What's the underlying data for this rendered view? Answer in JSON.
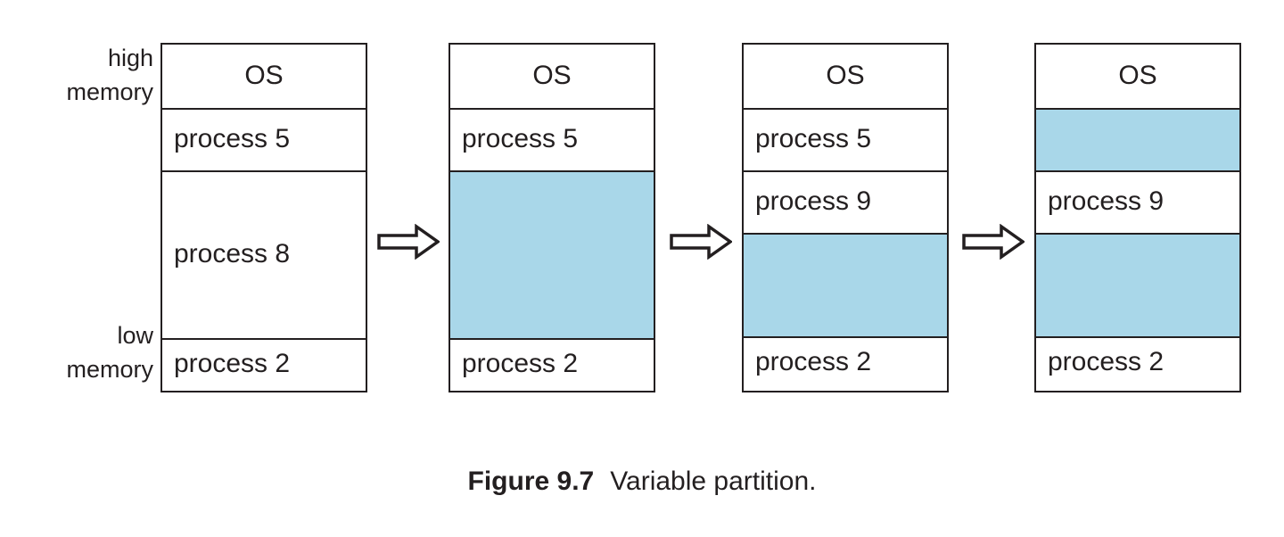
{
  "figure": {
    "caption_number": "Figure 9.7",
    "caption_text": "Variable partition.",
    "colors": {
      "free_block": "#a9d7e9",
      "stroke": "#231f20",
      "background": "#ffffff"
    }
  },
  "axis_labels": {
    "high": "high\nmemory",
    "low": "low\nmemory"
  },
  "arrows": {
    "arrow_1": "arrow-right-outline",
    "arrow_2": "arrow-right-outline",
    "arrow_3": "arrow-right-outline"
  },
  "columns": [
    {
      "id": "column-1",
      "blocks": [
        {
          "label": "OS",
          "free": false,
          "align": "center",
          "size": "os"
        },
        {
          "label": "process 5",
          "free": false,
          "align": "left",
          "size": "row"
        },
        {
          "label": "process 8",
          "free": false,
          "align": "left",
          "size": "tall"
        },
        {
          "label": "process 2",
          "free": false,
          "align": "left",
          "size": "bot"
        }
      ]
    },
    {
      "id": "column-2",
      "blocks": [
        {
          "label": "OS",
          "free": false,
          "align": "center",
          "size": "os"
        },
        {
          "label": "process 5",
          "free": false,
          "align": "left",
          "size": "row"
        },
        {
          "label": "",
          "free": true,
          "align": "left",
          "size": "tall"
        },
        {
          "label": "process 2",
          "free": false,
          "align": "left",
          "size": "bot"
        }
      ]
    },
    {
      "id": "column-3",
      "blocks": [
        {
          "label": "OS",
          "free": false,
          "align": "center",
          "size": "os"
        },
        {
          "label": "process 5",
          "free": false,
          "align": "left",
          "size": "row"
        },
        {
          "label": "process 9",
          "free": false,
          "align": "left",
          "size": "row"
        },
        {
          "label": "",
          "free": true,
          "align": "left",
          "size": "mid"
        },
        {
          "label": "process 2",
          "free": false,
          "align": "left",
          "size": "bot"
        }
      ]
    },
    {
      "id": "column-4",
      "blocks": [
        {
          "label": "OS",
          "free": false,
          "align": "center",
          "size": "os"
        },
        {
          "label": "",
          "free": true,
          "align": "left",
          "size": "row"
        },
        {
          "label": "process 9",
          "free": false,
          "align": "left",
          "size": "row"
        },
        {
          "label": "",
          "free": true,
          "align": "left",
          "size": "mid"
        },
        {
          "label": "process 2",
          "free": false,
          "align": "left",
          "size": "bot"
        }
      ]
    }
  ]
}
